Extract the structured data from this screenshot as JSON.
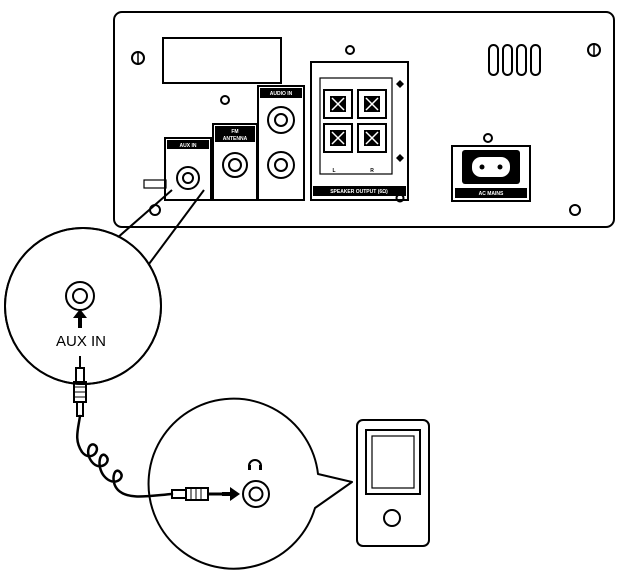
{
  "labels": {
    "aux_in_port": "AUX IN",
    "fm_antenna_line1": "FM",
    "fm_antenna_line2": "ANTENNA",
    "audio_in": "AUDIO IN",
    "speaker_output": "SPEAKER OUTPUT (6Ω)",
    "speaker_left": "L",
    "speaker_right": "R",
    "ac_mains": "AC MAINS",
    "aux_in_callout": "AUX IN"
  },
  "icons": {
    "headphone": "headphone-icon"
  }
}
